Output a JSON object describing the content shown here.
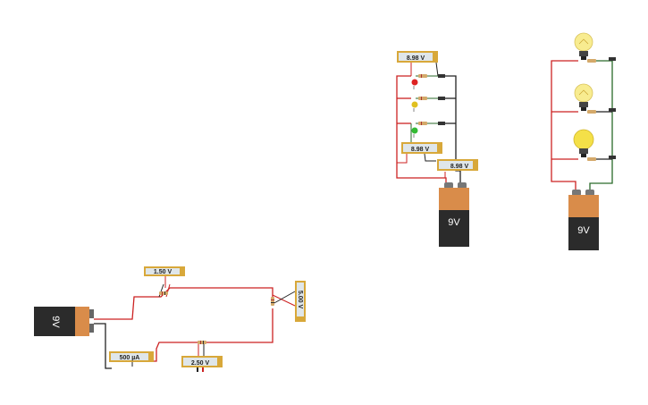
{
  "canvas": {
    "background": "#ffffff"
  },
  "colors": {
    "wire_red": "#cc2222",
    "wire_black": "#222222",
    "wire_green": "#2a6a2a",
    "battery_body": "#2b2b2b",
    "battery_cap": "#d98c4a",
    "bulb_glow": "#f4e048",
    "meter_screen": "#dfe6ea",
    "meter_frame": "#d8a83a"
  },
  "left_circuit": {
    "battery_label": "9V",
    "meters": [
      {
        "id": "voltmeter-top",
        "value": "1.50 V"
      },
      {
        "id": "voltmeter-right",
        "value": "5.00 V"
      },
      {
        "id": "ammeter-bottom",
        "value": "500 µA"
      },
      {
        "id": "voltmeter-bottom",
        "value": "2.50 V"
      }
    ]
  },
  "led_circuit": {
    "battery_label": "9V",
    "meters": [
      {
        "id": "voltmeter-top",
        "value": "8.98 V"
      },
      {
        "id": "voltmeter-middle",
        "value": "8.98 V"
      },
      {
        "id": "voltmeter-bottom",
        "value": "8.98 V"
      }
    ],
    "led_colors": [
      "#dd2222",
      "#e0c020",
      "#33bb33"
    ]
  },
  "bulb_circuit": {
    "battery_label": "9V",
    "bulbs": [
      {
        "id": "bulb-top",
        "lit": "dim"
      },
      {
        "id": "bulb-middle",
        "lit": "dim"
      },
      {
        "id": "bulb-bottom",
        "lit": "bright"
      }
    ]
  }
}
